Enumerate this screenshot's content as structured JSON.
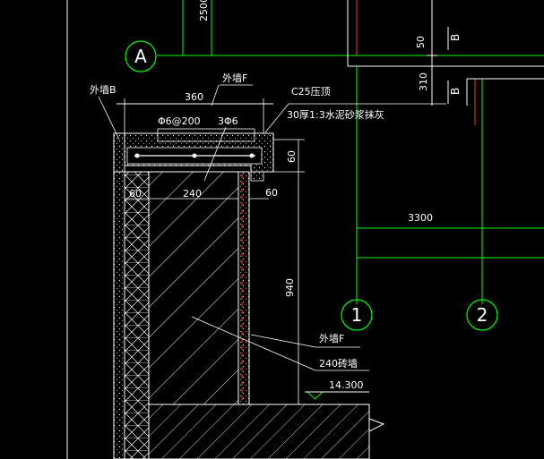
{
  "drawing": {
    "labels": {
      "outer_wall_b": "外墙B",
      "outer_wall_f_top": "外墙F",
      "concrete_coping": "C25压顶",
      "plaster_note": "30厚1:3水泥砂浆抹灰",
      "rebar_spacing": "Φ6@200",
      "rebar_count": "3Φ6",
      "outer_wall_f_bottom": "外墙F",
      "brick_wall": "240砖墙",
      "elevation": "14.300"
    },
    "dimensions": {
      "coping_width": "360",
      "wall_thickness": "240",
      "left_offset": "60",
      "right_offset": "60",
      "coping_height": "60",
      "parapet_height": "940",
      "top_height": "2500",
      "bay_width": "3300",
      "top_50": "50",
      "top_310": "310"
    },
    "axis_markers": {
      "a": "A",
      "one": "1",
      "two": "2"
    },
    "section_markers": {
      "b1": "B",
      "b2": "B"
    },
    "colors": {
      "background": "#000000",
      "line_white": "#ffffff",
      "grid_green": "#00ff00",
      "rebar_red": "#ff0000"
    }
  }
}
